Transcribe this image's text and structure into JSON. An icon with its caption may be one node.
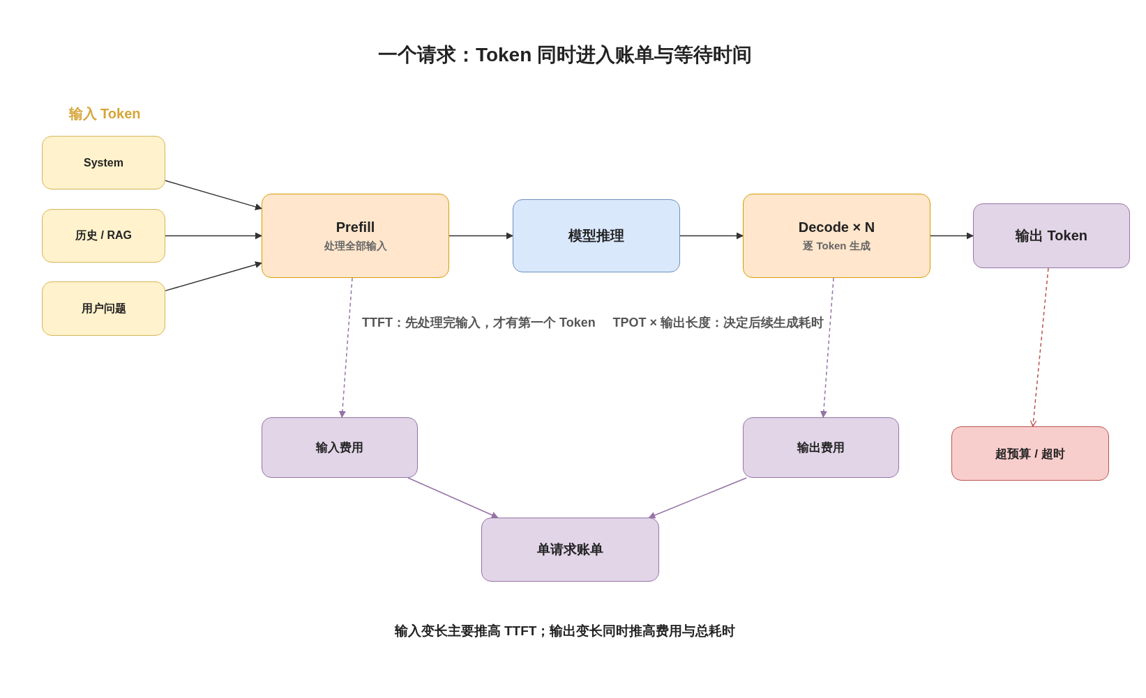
{
  "diagram": {
    "title": "一个请求：Token 同时进入账单与等待时间",
    "nodes": [
      {
        "text": [
          "System"
        ]
      },
      {
        "text": [
          "历史 / RAG"
        ]
      },
      {
        "text": [
          "用户问题"
        ]
      },
      {
        "text": [
          "Prefill",
          "处理全部输入"
        ]
      },
      {
        "text": [
          "模型推理"
        ]
      },
      {
        "text": [
          "Decode × N",
          "逐 Token 生成"
        ]
      },
      {
        "text": [
          "输出 Token"
        ]
      },
      {
        "text": [
          "输入费用"
        ]
      },
      {
        "text": [
          "输出费用"
        ]
      },
      {
        "text": [
          "超预算 / 超时"
        ]
      },
      {
        "text": [
          "单请求账单"
        ]
      }
    ],
    "edges": [
      {
        "from": 0,
        "to": 3,
        "arrow": "to"
      },
      {
        "from": 1,
        "to": 3,
        "arrow": "to"
      },
      {
        "from": 2,
        "to": 3,
        "arrow": "to"
      },
      {
        "from": 3,
        "to": 4,
        "arrow": "to"
      },
      {
        "from": 4,
        "to": 5,
        "arrow": "to"
      },
      {
        "from": 5,
        "to": 6,
        "arrow": "to"
      },
      {
        "from": 3,
        "to": 7,
        "arrow": "to",
        "style": "dashed",
        "color": "#9673a6",
        "label": "TTFT：先处理完输入，才有第一个 Token"
      },
      {
        "from": 5,
        "to": 8,
        "arrow": "to",
        "style": "dashed",
        "color": "#9673a6",
        "label": "TPOT × 输出长度：决定后续生成耗时"
      },
      {
        "from": 6,
        "to": 9,
        "arrow": "to",
        "style": "dashed",
        "color": "#b85450"
      },
      {
        "from": 7,
        "to": 10,
        "arrow": "to",
        "color": "#9673a6"
      },
      {
        "from": 8,
        "to": 10,
        "arrow": "to",
        "color": "#9673a6"
      }
    ],
    "labels": [
      "输入 Token",
      "输入变长主要推高 TTFT；输出变长同时推高费用与总耗时"
    ]
  }
}
